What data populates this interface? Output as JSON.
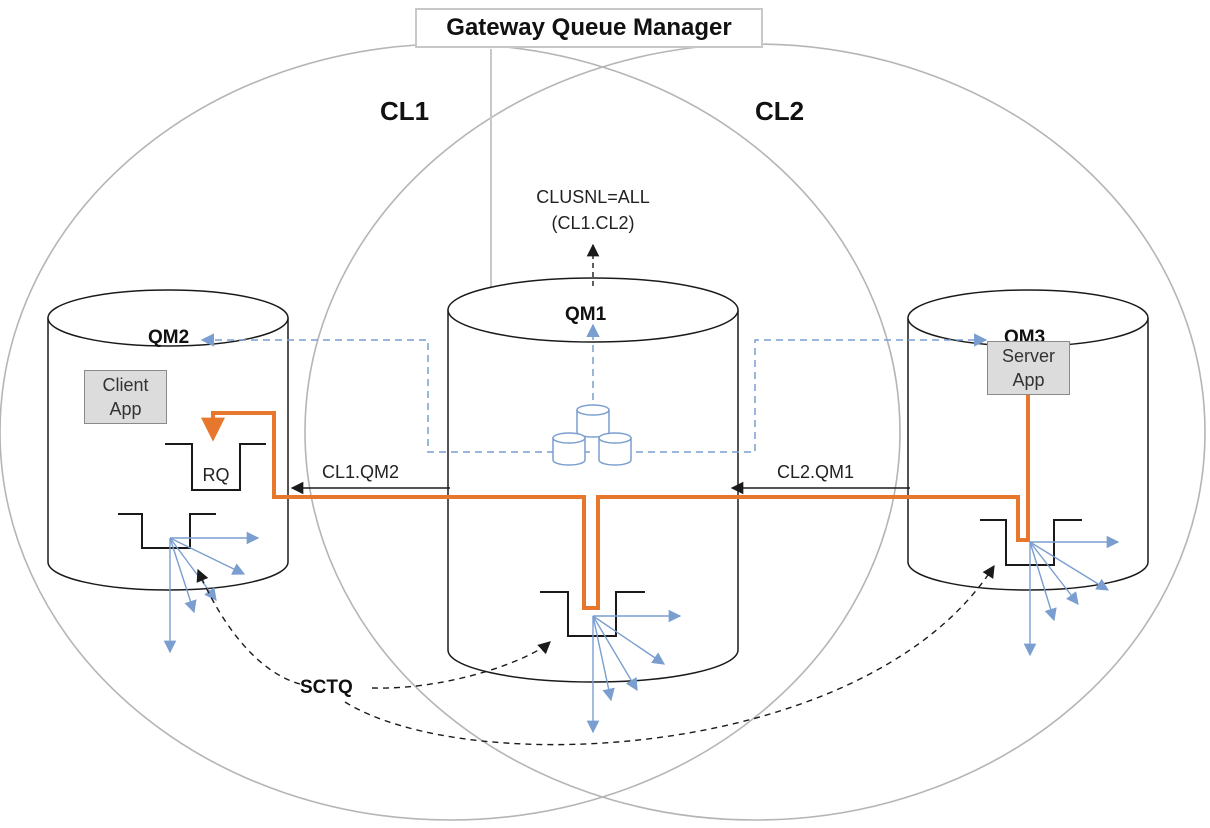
{
  "gateway_label": "Gateway Queue Manager",
  "clusters": {
    "cl1": "CL1",
    "cl2": "CL2"
  },
  "qm1": {
    "name": "QM1",
    "namelist_line1": "CLUSNL=ALL",
    "namelist_line2": "(CL1.CL2)"
  },
  "qm2": {
    "name": "QM2",
    "client_app_line1": "Client",
    "client_app_line2": "App",
    "reply_queue": "RQ"
  },
  "qm3": {
    "name": "QM3",
    "server_app_line1": "Server",
    "server_app_line2": "App"
  },
  "channels": {
    "cl1_qm2": "CL1.QM2",
    "cl2_qm1": "CL2.QM1"
  },
  "sctq_label": "SCTQ",
  "colors": {
    "route": "#e8772e",
    "repository": "#7a9ecf",
    "outline": "#1a1a1a",
    "circle": "#b5b5b5"
  }
}
